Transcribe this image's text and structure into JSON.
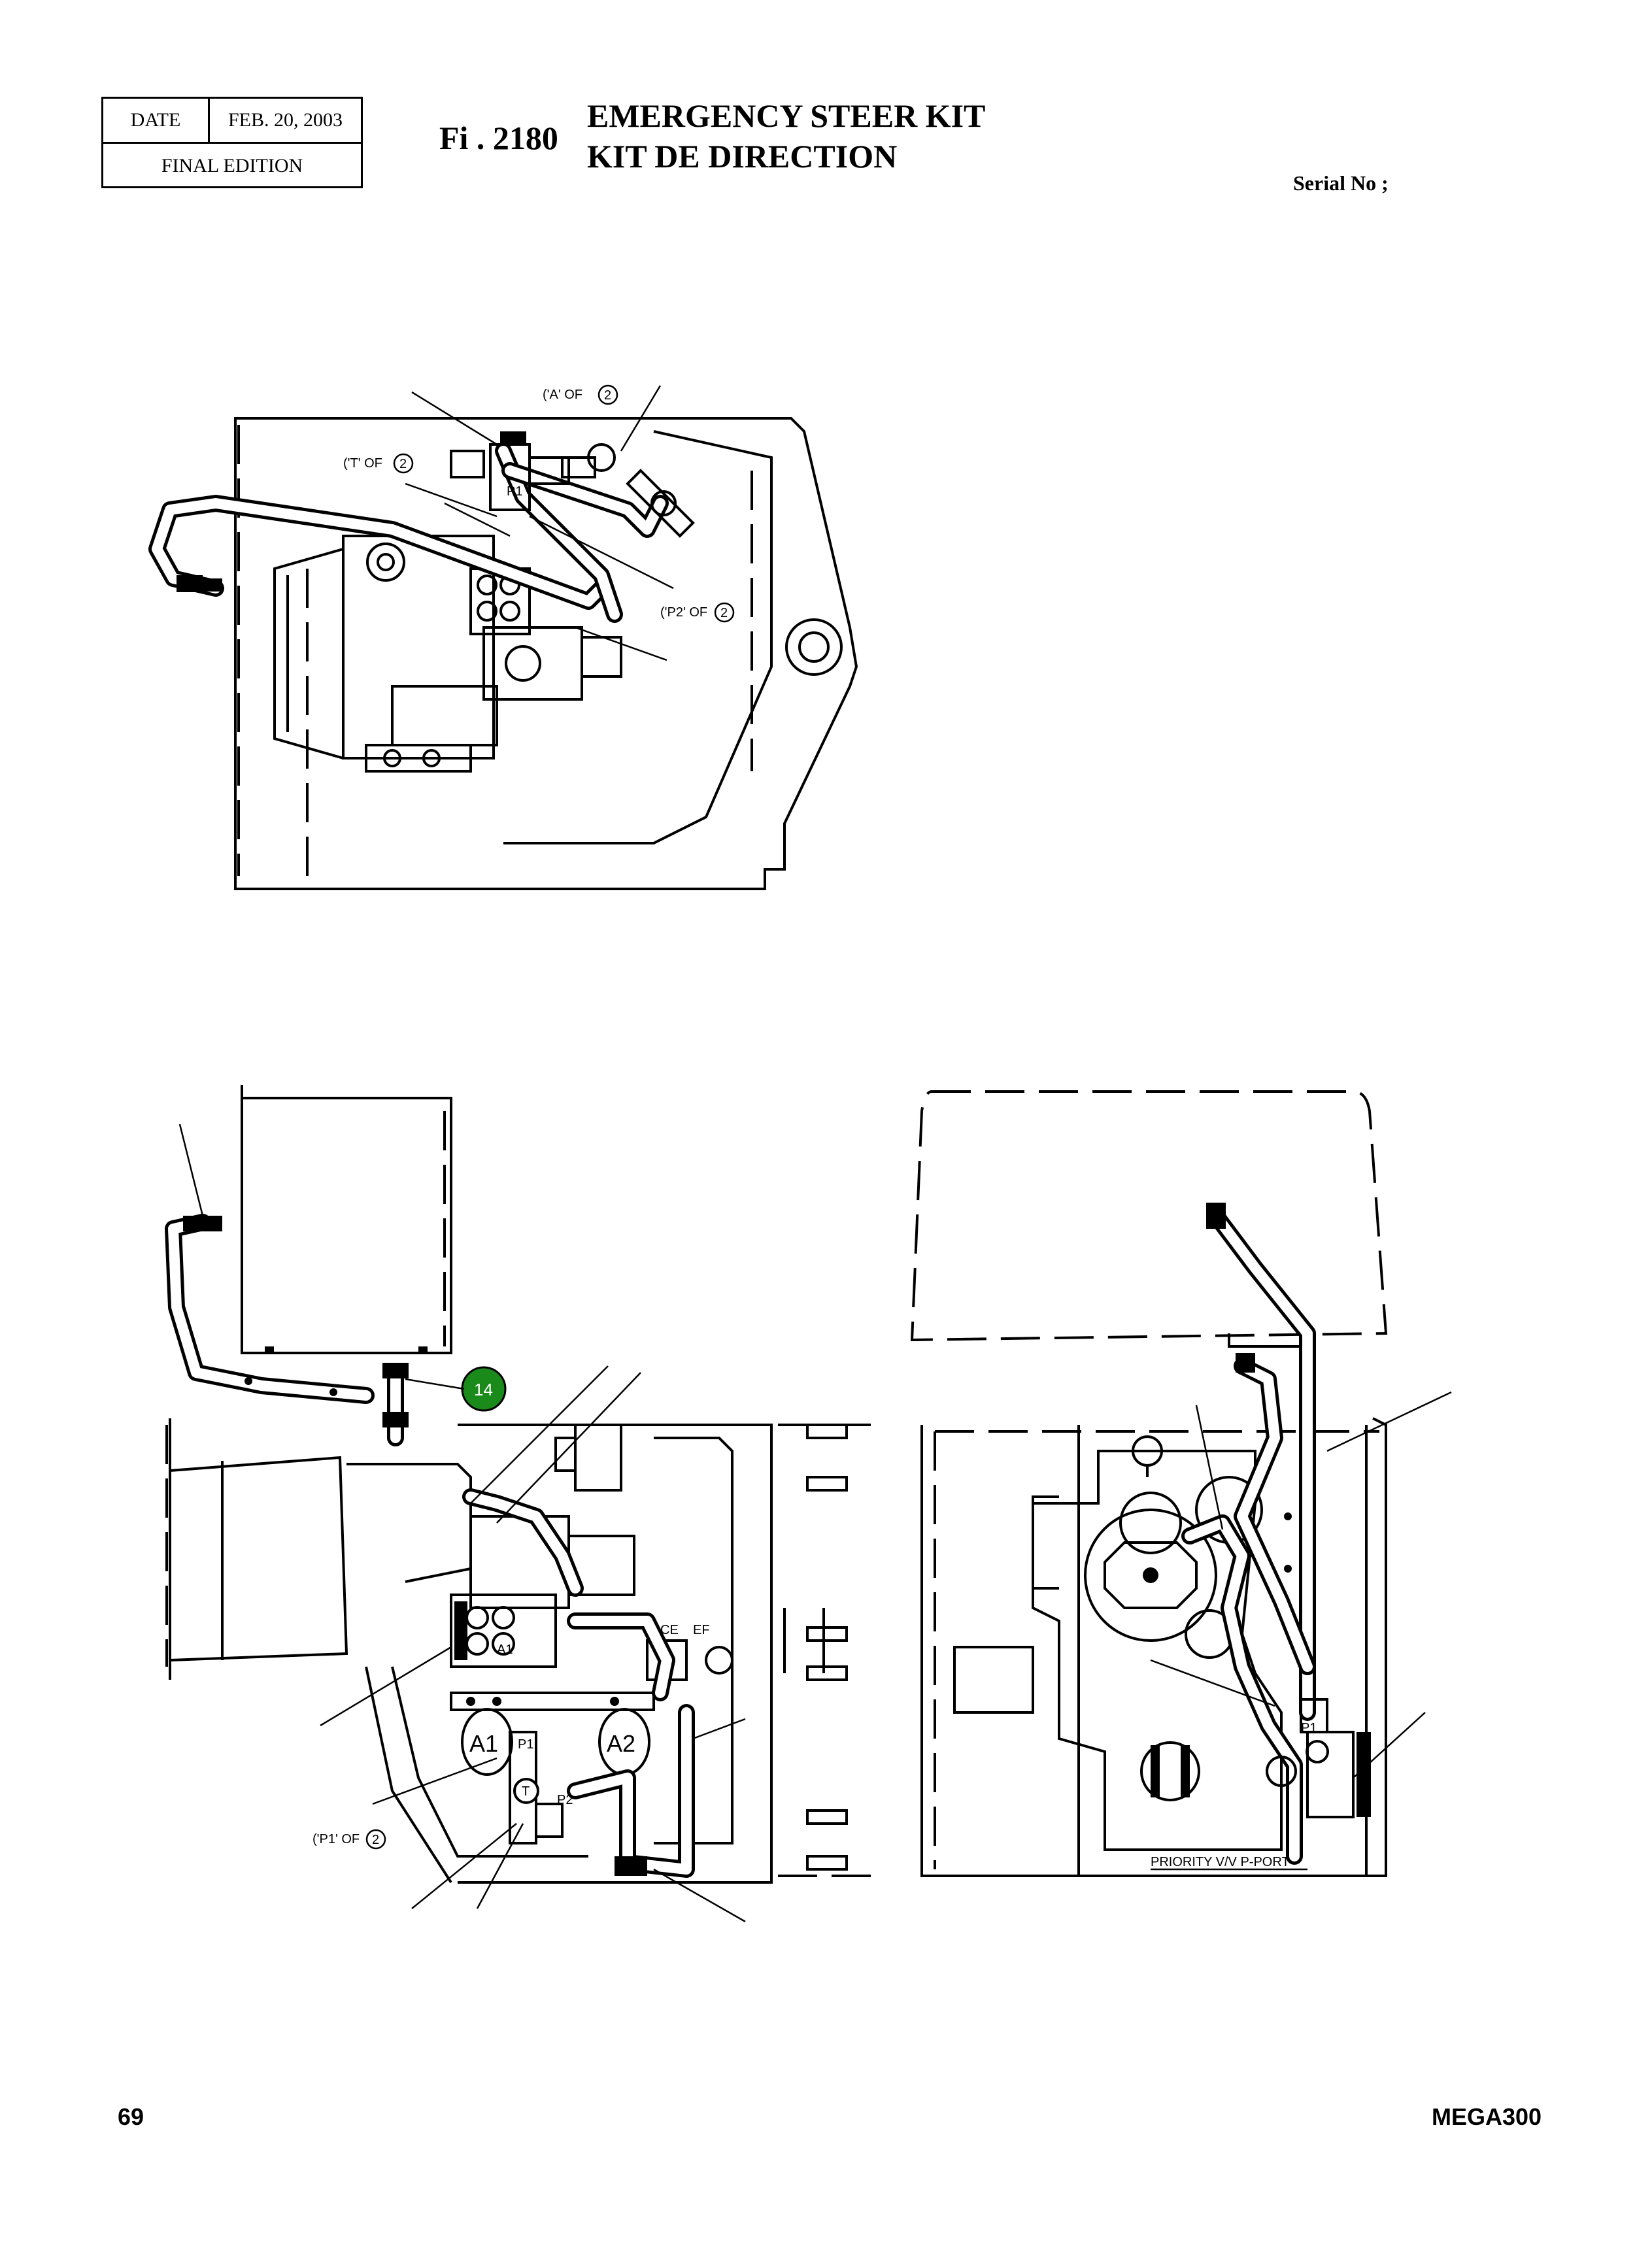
{
  "header": {
    "date_label": "DATE",
    "date_value": "FEB. 20, 2003",
    "edition": "FINAL EDITION",
    "figure_number": "Fi  . 2180",
    "title_line1": "EMERGENCY STEER KIT",
    "title_line2": "KIT DE DIRECTION",
    "serial_label": "Serial No ;"
  },
  "top_view": {
    "callout_a_of_2": "('A' OF",
    "callout_t_of_2": "('T' OF",
    "callout_p2_of_2": "('P2' OF",
    "callout_ref": "2",
    "port_p1": "P1"
  },
  "bottom_left_view": {
    "callout_p1_of_2": "('P1' OF",
    "callout_ref": "2",
    "badge": "14",
    "badge_color": "#1a8a1a",
    "label_a1": "A1",
    "label_a2": "A2",
    "label_a1_small": "A1",
    "label_p1": "P1",
    "label_p2": "P2",
    "label_t": "T",
    "label_ce": "CE",
    "label_ef": "EF"
  },
  "bottom_right_view": {
    "priority_label": "PRIORITY V/V P-PORT",
    "port_p1": "P1"
  },
  "footer": {
    "page_number": "69",
    "model": "MEGA300"
  }
}
